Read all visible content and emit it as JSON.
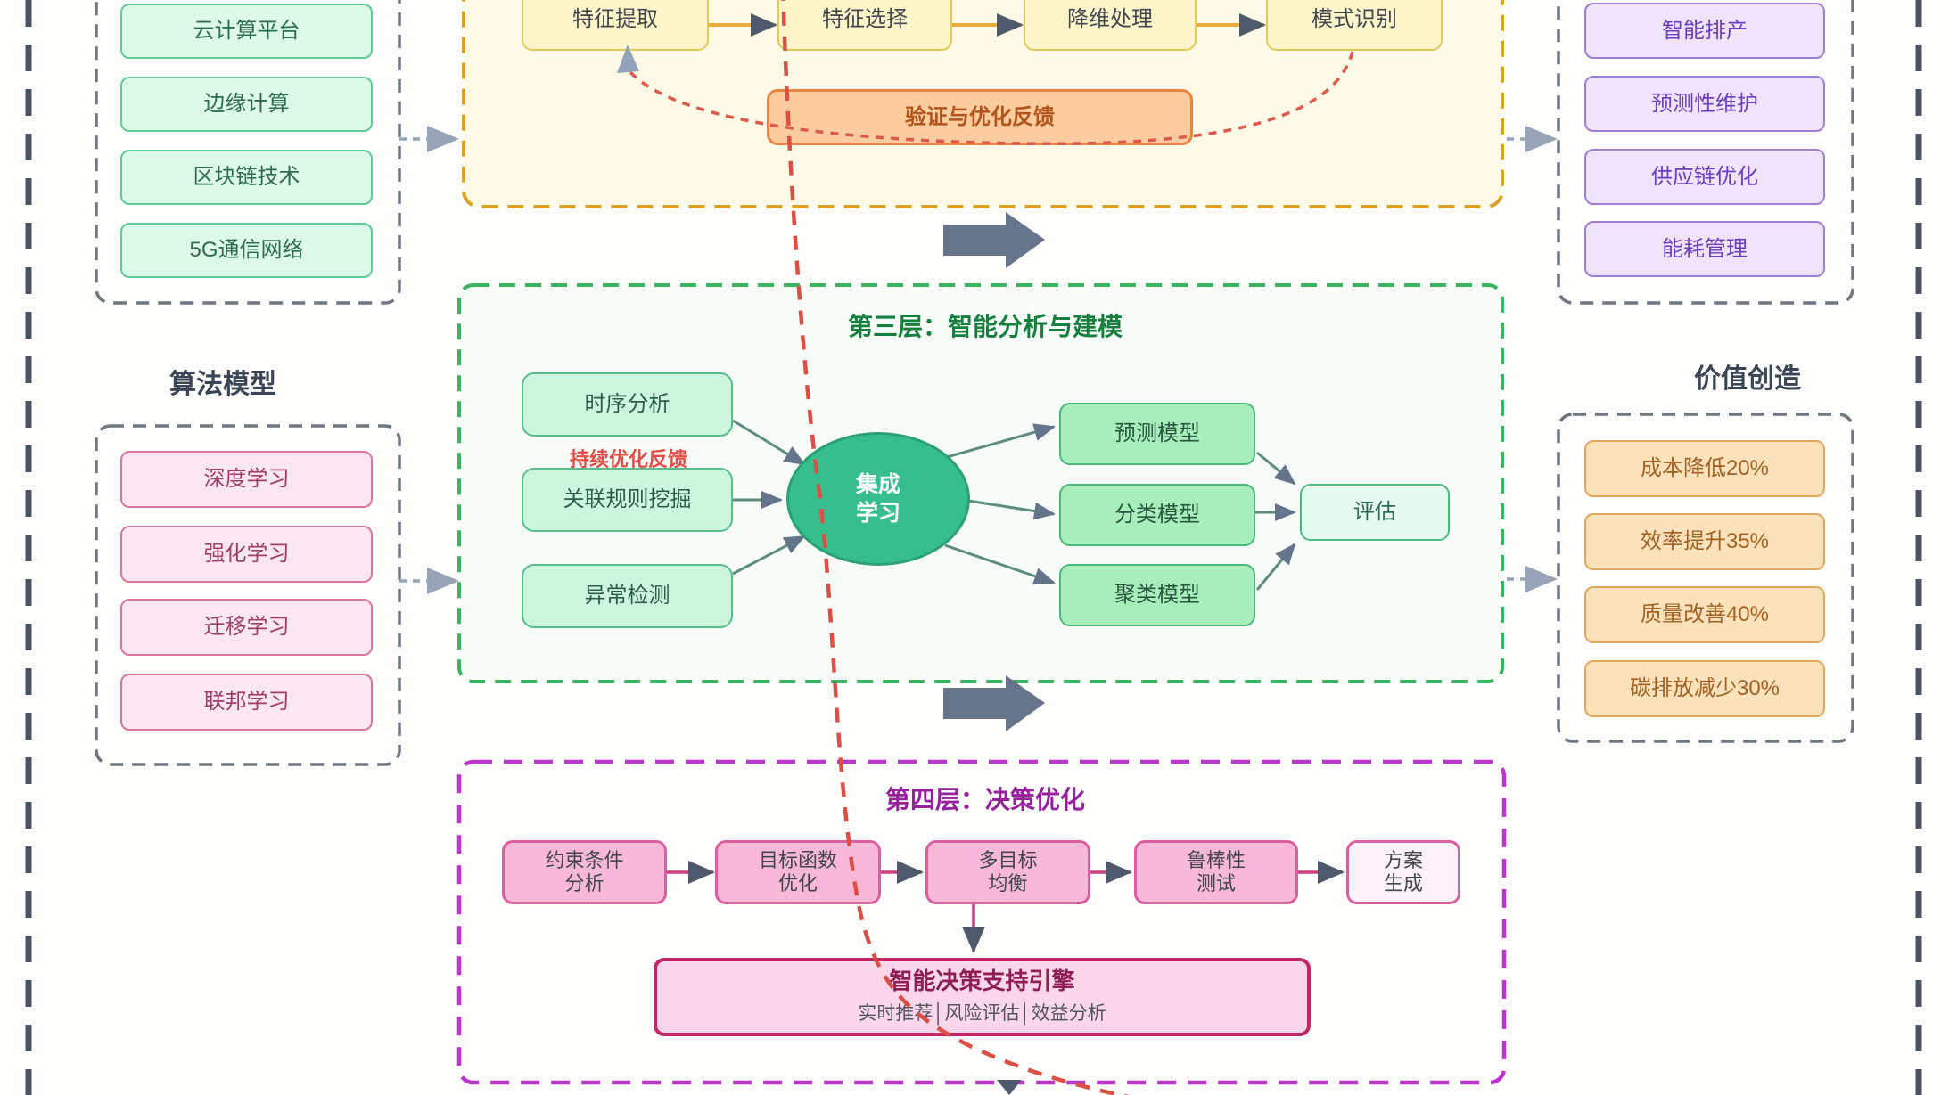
{
  "headings": {
    "left": "算法模型",
    "right": "价值创造"
  },
  "infra_panel": {
    "items": [
      "云计算平台",
      "边缘计算",
      "区块链技术",
      "5G通信网络"
    ]
  },
  "algo_panel": {
    "items": [
      "深度学习",
      "强化学习",
      "迁移学习",
      "联邦学习"
    ]
  },
  "apps_panel": {
    "items": [
      "智能排产",
      "预测性维护",
      "供应链优化",
      "能耗管理"
    ]
  },
  "value_panel": {
    "items": [
      "成本降低20%",
      "效率提升35%",
      "质量改善40%",
      "碳排放减少30%"
    ]
  },
  "layer2": {
    "nodes": [
      "特征提取",
      "特征选择",
      "降维处理",
      "模式识别"
    ],
    "feedback_label": "验证与优化反馈"
  },
  "layer3": {
    "title": "第三层：智能分析与建模",
    "loop_label": "持续优化反馈",
    "inputs": [
      "时序分析",
      "关联规则挖掘",
      "异常检测"
    ],
    "hub": {
      "l1": "集成",
      "l2": "学习"
    },
    "models": [
      "预测模型",
      "分类模型",
      "聚类模型"
    ],
    "evaluate": "评估"
  },
  "layer4": {
    "title": "第四层：决策优化",
    "steps": [
      {
        "l1": "约束条件",
        "l2": "分析"
      },
      {
        "l1": "目标函数",
        "l2": "优化"
      },
      {
        "l1": "多目标",
        "l2": "均衡"
      },
      {
        "l1": "鲁棒性",
        "l2": "测试"
      },
      {
        "l1": "方案",
        "l2": "生成"
      }
    ],
    "engine": {
      "title": "智能决策支持引擎",
      "subtitle": "实时推荐│风险评估│效益分析"
    }
  },
  "colors": {
    "mint_fill": "#DCF9E9",
    "mint_border": "#5FCB96",
    "pink_light_fill": "#FBE7F2",
    "pink_light_border": "#D9779F",
    "purple_fill": "#EFE4FB",
    "purple_border": "#9F7FD6",
    "orange_fill": "#FBE2BB",
    "orange_border": "#E2A65D",
    "yellow_fill": "#FDF6CB",
    "yellow_border": "#E6C75A",
    "feedback_fill": "#FACC9E",
    "feedback_border": "#E8853E",
    "model_fill": "#A8EEBA",
    "hub_fill": "#36BF8D",
    "step_fill": "#F9B8D8",
    "step_border": "#DB5F9E",
    "engine_fill": "#FBD7E9",
    "engine_border": "#C12666",
    "layer2_dash": "#D9A425",
    "layer3_dash": "#3CB45F",
    "layer4_dash": "#BC35CC",
    "panel_dash": "#6F7781",
    "outer_dash": "#495361",
    "arrow_slate": "#4E5A6B",
    "block_arrow": "#66758B",
    "red_curve": "#DB4F45",
    "layer3_title": "#15803D",
    "layer4_title": "#98209F"
  }
}
